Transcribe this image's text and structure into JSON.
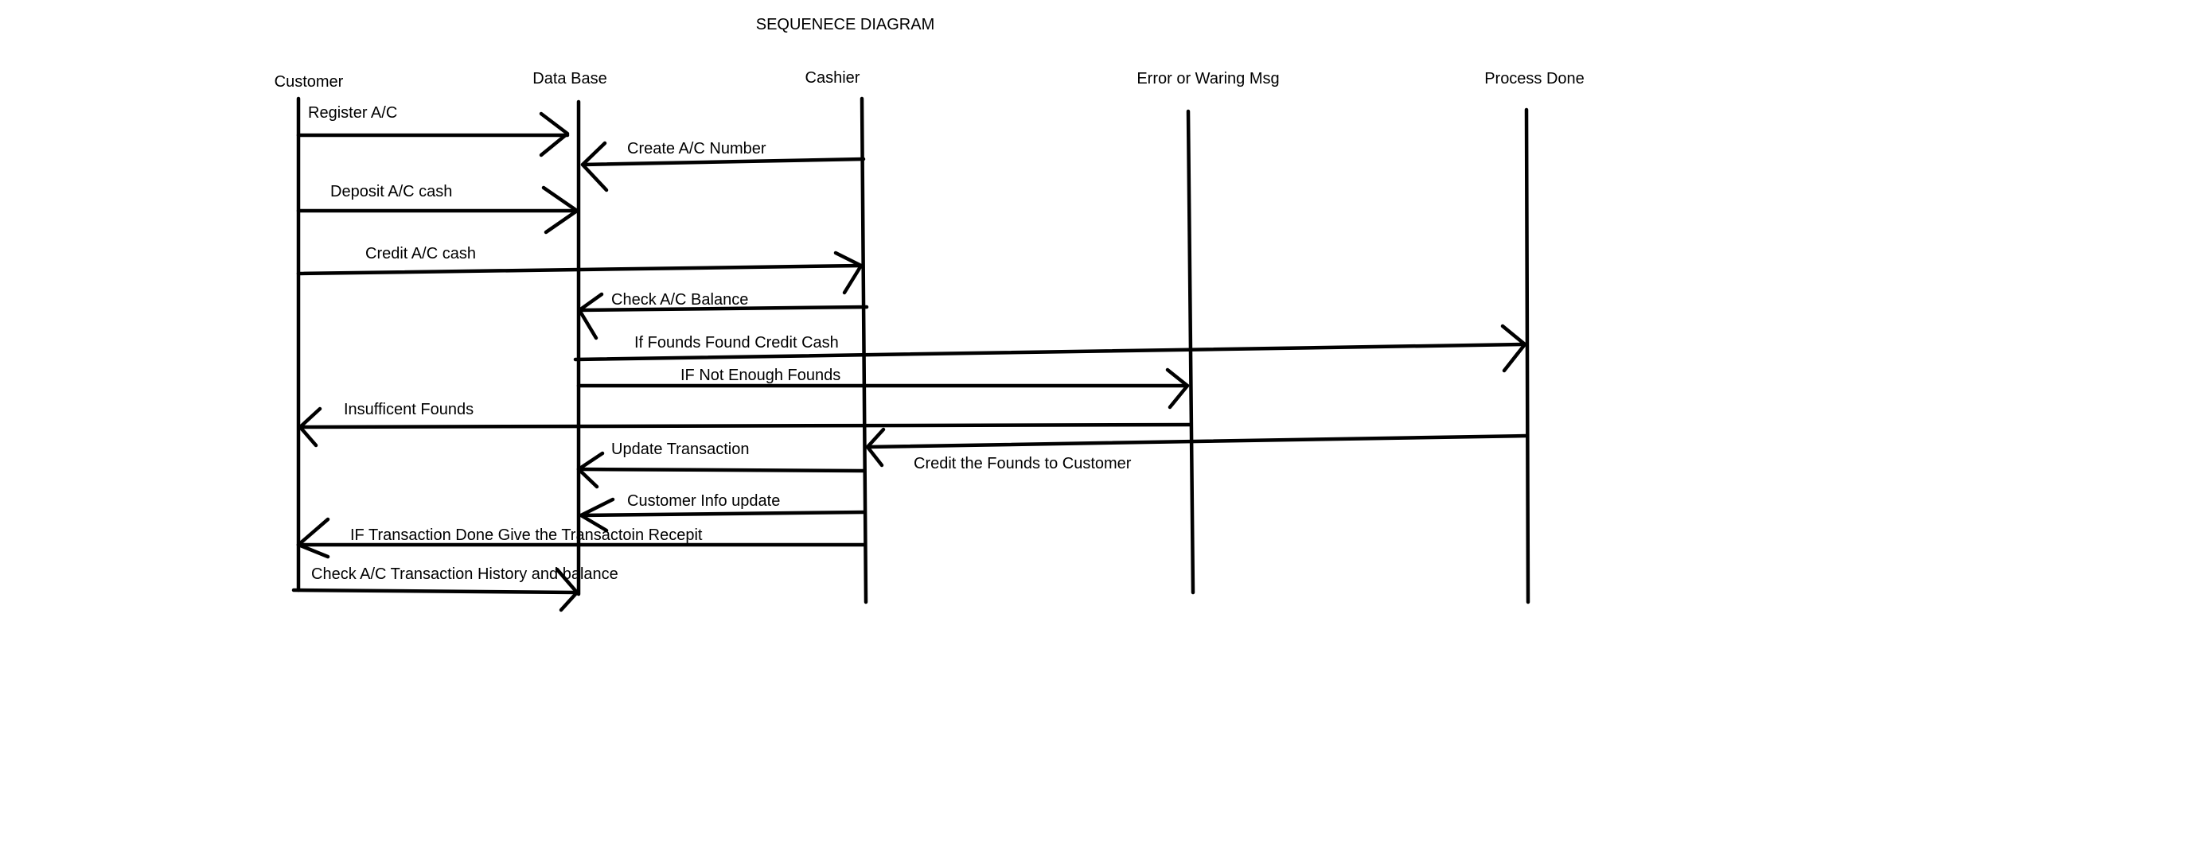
{
  "title": "SEQUENECE DIAGRAM",
  "participants": [
    {
      "id": "customer",
      "label": "Customer"
    },
    {
      "id": "database",
      "label": "Data Base"
    },
    {
      "id": "cashier",
      "label": "Cashier"
    },
    {
      "id": "error",
      "label": "Error or Waring Msg"
    },
    {
      "id": "done",
      "label": "Process Done"
    }
  ],
  "messages": [
    {
      "from": "customer",
      "to": "database",
      "label": "Register A/C"
    },
    {
      "from": "cashier",
      "to": "database",
      "label": "Create A/C Number"
    },
    {
      "from": "customer",
      "to": "database",
      "label": "Deposit A/C cash"
    },
    {
      "from": "customer",
      "to": "cashier",
      "label": "Credit A/C cash"
    },
    {
      "from": "cashier",
      "to": "database",
      "label": "Check A/C Balance"
    },
    {
      "from": "database",
      "to": "done",
      "label": "If Founds Found Credit Cash"
    },
    {
      "from": "database",
      "to": "error",
      "label": "IF Not Enough Founds"
    },
    {
      "from": "error",
      "to": "customer",
      "label": "Insufficent Founds"
    },
    {
      "from": "done",
      "to": "cashier",
      "label": "Credit the Founds to Customer"
    },
    {
      "from": "cashier",
      "to": "database",
      "label": "Update Transaction"
    },
    {
      "from": "cashier",
      "to": "database",
      "label": "Customer Info update"
    },
    {
      "from": "cashier",
      "to": "customer",
      "label": "IF Transaction Done Give the Transactoin Recepit"
    },
    {
      "from": "customer",
      "to": "database",
      "label": "Check A/C Transaction History and balance"
    }
  ]
}
